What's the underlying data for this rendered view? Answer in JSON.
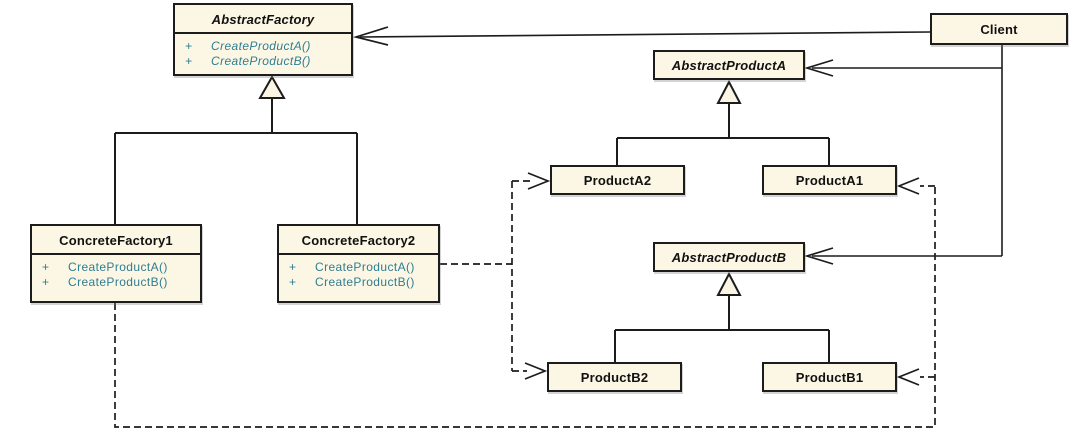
{
  "colors": {
    "background": "#FFFFFF",
    "box_fill": "#FCF6E4",
    "box_border": "#1C1C1C",
    "connector_line": "#1C1C1C",
    "title_text": "#111111",
    "method_text": "#2E7E93"
  },
  "classes": {
    "abstract_factory": {
      "name": "AbstractFactory",
      "abstract": true,
      "methods": [
        {
          "visibility": "+",
          "signature": "CreateProductA()"
        },
        {
          "visibility": "+",
          "signature": "CreateProductB()"
        }
      ]
    },
    "concrete_factory1": {
      "name": "ConcreteFactory1",
      "abstract": false,
      "methods": [
        {
          "visibility": "+",
          "signature": "CreateProductA()"
        },
        {
          "visibility": "+",
          "signature": "CreateProductB()"
        }
      ]
    },
    "concrete_factory2": {
      "name": "ConcreteFactory2",
      "abstract": false,
      "methods": [
        {
          "visibility": "+",
          "signature": "CreateProductA()"
        },
        {
          "visibility": "+",
          "signature": "CreateProductB()"
        }
      ]
    },
    "client": {
      "name": "Client",
      "abstract": false
    },
    "abstract_product_a": {
      "name": "AbstractProductA",
      "abstract": true
    },
    "product_a2": {
      "name": "ProductA2",
      "abstract": false
    },
    "product_a1": {
      "name": "ProductA1",
      "abstract": false
    },
    "abstract_product_b": {
      "name": "AbstractProductB",
      "abstract": true
    },
    "product_b2": {
      "name": "ProductB2",
      "abstract": false
    },
    "product_b1": {
      "name": "ProductB1",
      "abstract": false
    }
  },
  "relationships": [
    {
      "from": "Client",
      "to": "AbstractFactory",
      "type": "dependency-solid-open-arrow"
    },
    {
      "from": "Client",
      "to": "AbstractProductA",
      "type": "dependency-solid-open-arrow"
    },
    {
      "from": "Client",
      "to": "AbstractProductB",
      "type": "dependency-solid-open-arrow"
    },
    {
      "from": "ConcreteFactory1",
      "to": "AbstractFactory",
      "type": "generalization"
    },
    {
      "from": "ConcreteFactory2",
      "to": "AbstractFactory",
      "type": "generalization"
    },
    {
      "from": "ProductA2",
      "to": "AbstractProductA",
      "type": "generalization"
    },
    {
      "from": "ProductA1",
      "to": "AbstractProductA",
      "type": "generalization"
    },
    {
      "from": "ProductB2",
      "to": "AbstractProductB",
      "type": "generalization"
    },
    {
      "from": "ProductB1",
      "to": "AbstractProductB",
      "type": "generalization"
    },
    {
      "from": "ConcreteFactory2",
      "to": "ProductA2",
      "type": "dependency-dashed"
    },
    {
      "from": "ConcreteFactory2",
      "to": "ProductB2",
      "type": "dependency-dashed"
    },
    {
      "from": "ConcreteFactory1",
      "to": "ProductA1",
      "type": "dependency-dashed"
    },
    {
      "from": "ConcreteFactory1",
      "to": "ProductB1",
      "type": "dependency-dashed"
    }
  ]
}
